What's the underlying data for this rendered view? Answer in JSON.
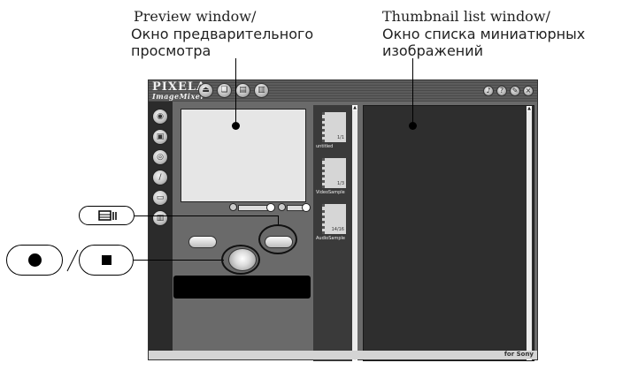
{
  "labels": {
    "preview_en": "Preview window/",
    "preview_ru_1": "Окно предварительного",
    "preview_ru_2": "просмотра",
    "thumbnail_en": "Thumbnail list window/",
    "thumbnail_ru_1": "Окно списка миниатюрных",
    "thumbnail_ru_2": "изображений"
  },
  "app": {
    "logo_line1": "PIXELA",
    "logo_line2": "ImageMixer",
    "footer_text": "for Sony",
    "thumbnails": [
      {
        "name": "untitled",
        "count": "1/1"
      },
      {
        "name": "VideoSample",
        "count": "1/3"
      },
      {
        "name": "AudioSample",
        "count": "14/16"
      }
    ]
  },
  "icons": {
    "camera": "video-camera-icon",
    "record": "filled-circle-icon",
    "stop": "filled-square-icon"
  }
}
